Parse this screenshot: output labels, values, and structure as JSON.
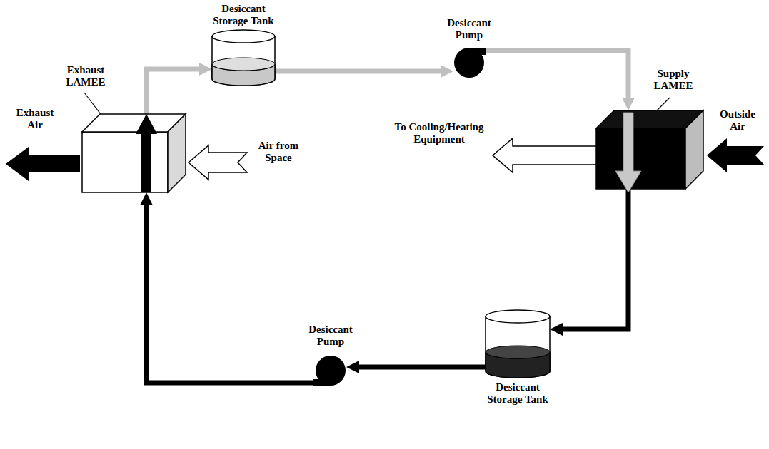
{
  "diagram": {
    "nodes": [
      {
        "text": [
          "Desiccant Storage Tank"
        ]
      },
      {
        "text": [
          "Desiccant Pump"
        ]
      },
      {
        "text": [
          "Exhaust LAMEE"
        ]
      },
      {
        "text": [
          "Supply LAMEE"
        ]
      },
      {
        "text": [
          "Desiccant Pump"
        ]
      },
      {
        "text": [
          "Desiccant Storage Tank"
        ]
      }
    ],
    "edges": [
      {
        "from": 2,
        "to": 0,
        "arrow": "to"
      },
      {
        "from": 0,
        "to": 1,
        "arrow": "to"
      },
      {
        "from": 1,
        "to": 3,
        "arrow": "to"
      },
      {
        "from": 3,
        "to": 5,
        "arrow": "to"
      },
      {
        "from": 5,
        "to": 4,
        "arrow": "to"
      },
      {
        "from": 4,
        "to": 2,
        "arrow": "to"
      }
    ],
    "labels": [
      "Exhaust Air",
      "Air from Space",
      "To Cooling/Heating Equipment",
      "Outside Air"
    ]
  }
}
